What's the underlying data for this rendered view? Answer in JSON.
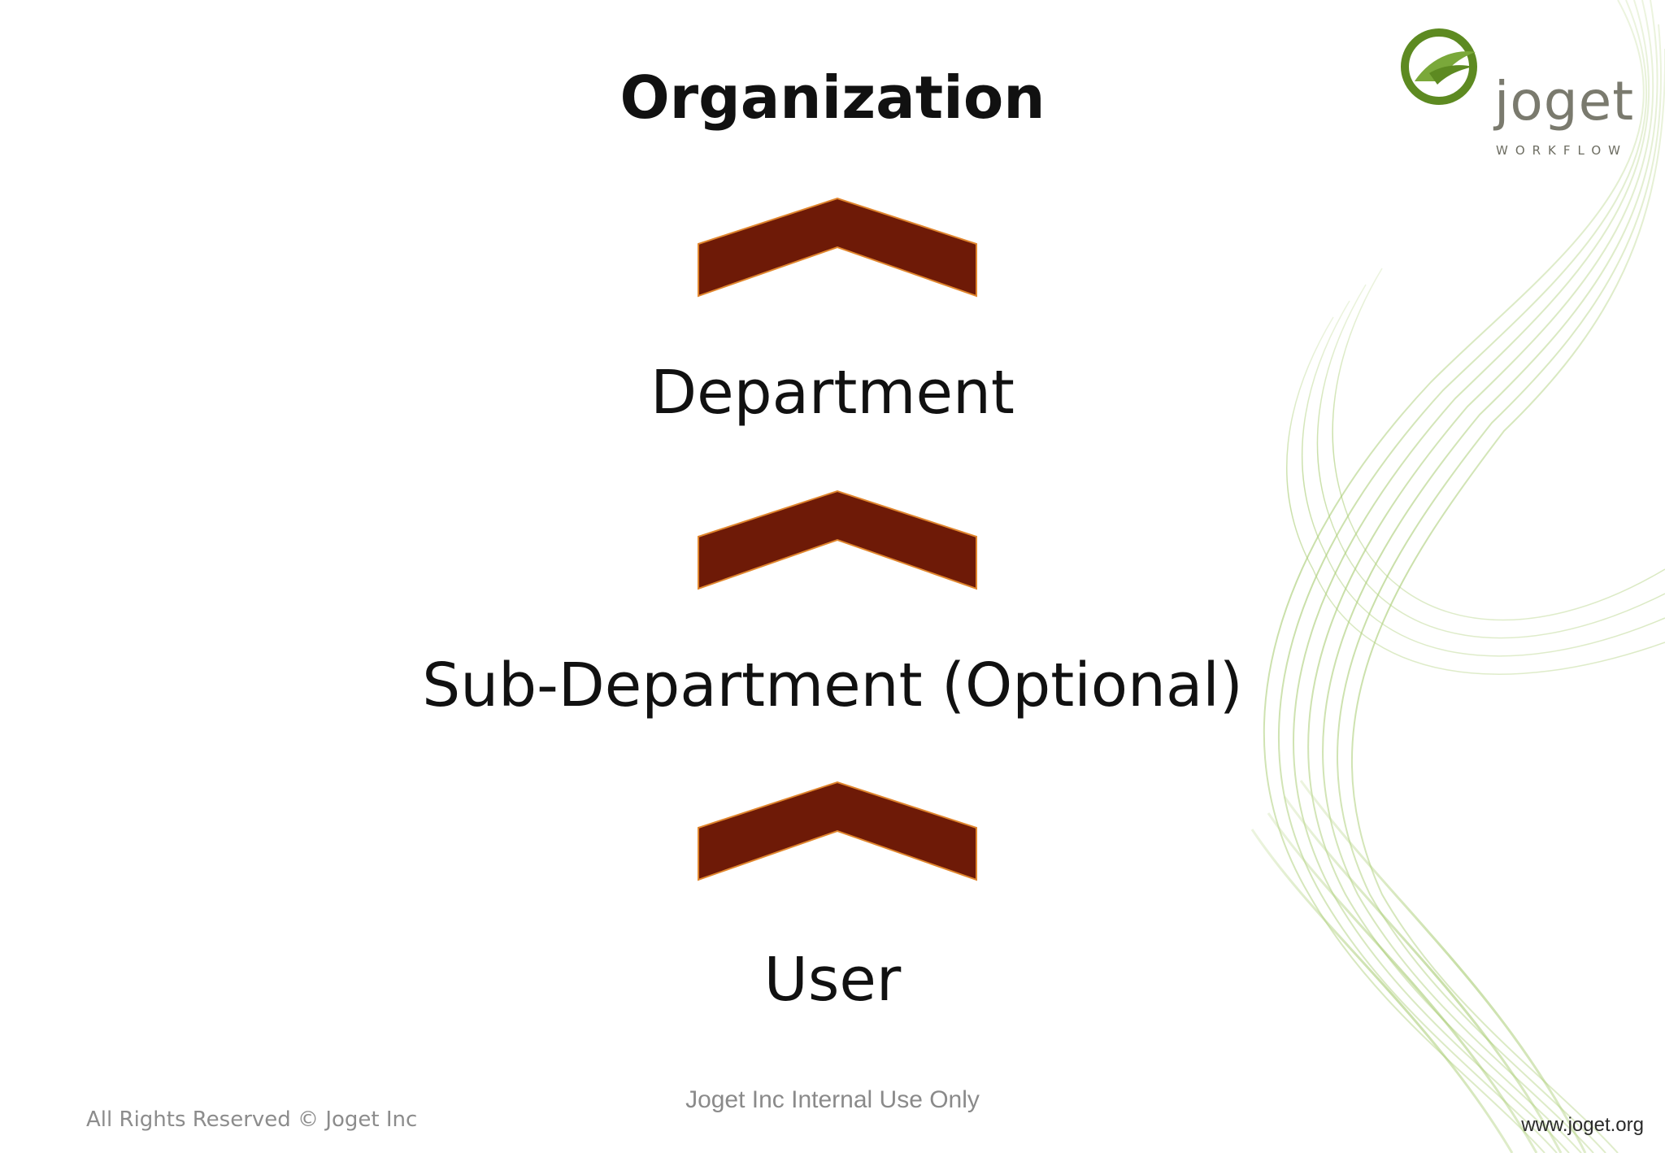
{
  "slide": {
    "title": "Organization",
    "levels": [
      {
        "label": "Department"
      },
      {
        "label": "Sub-Department (Optional)"
      },
      {
        "label": "User"
      }
    ]
  },
  "logo": {
    "word": "joget",
    "tagline": "WORKFLOW",
    "icon": "joget-logo-icon"
  },
  "footer": {
    "rights": "All Rights Reserved © Joget Inc",
    "internal": "Joget Inc Internal Use Only",
    "website": "www.joget.org"
  },
  "colors": {
    "chevron_fill": "#6e1a07",
    "chevron_edge": "#e0862e",
    "wave_green": "#9cc560",
    "logo_green": "#5d8a21",
    "text": "#111111"
  }
}
